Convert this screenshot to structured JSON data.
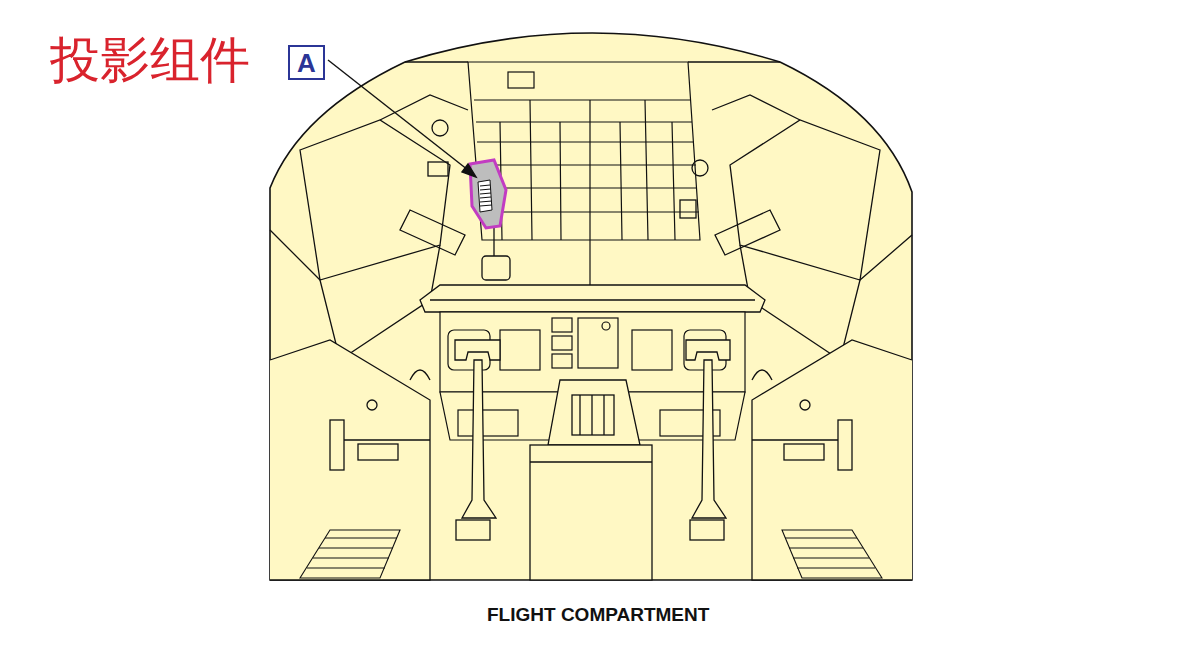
{
  "diagram": {
    "caption": "FLIGHT COMPARTMENT",
    "nodes": [
      {
        "text": [
          "A"
        ]
      }
    ],
    "labels": [
      "投影组件"
    ]
  }
}
